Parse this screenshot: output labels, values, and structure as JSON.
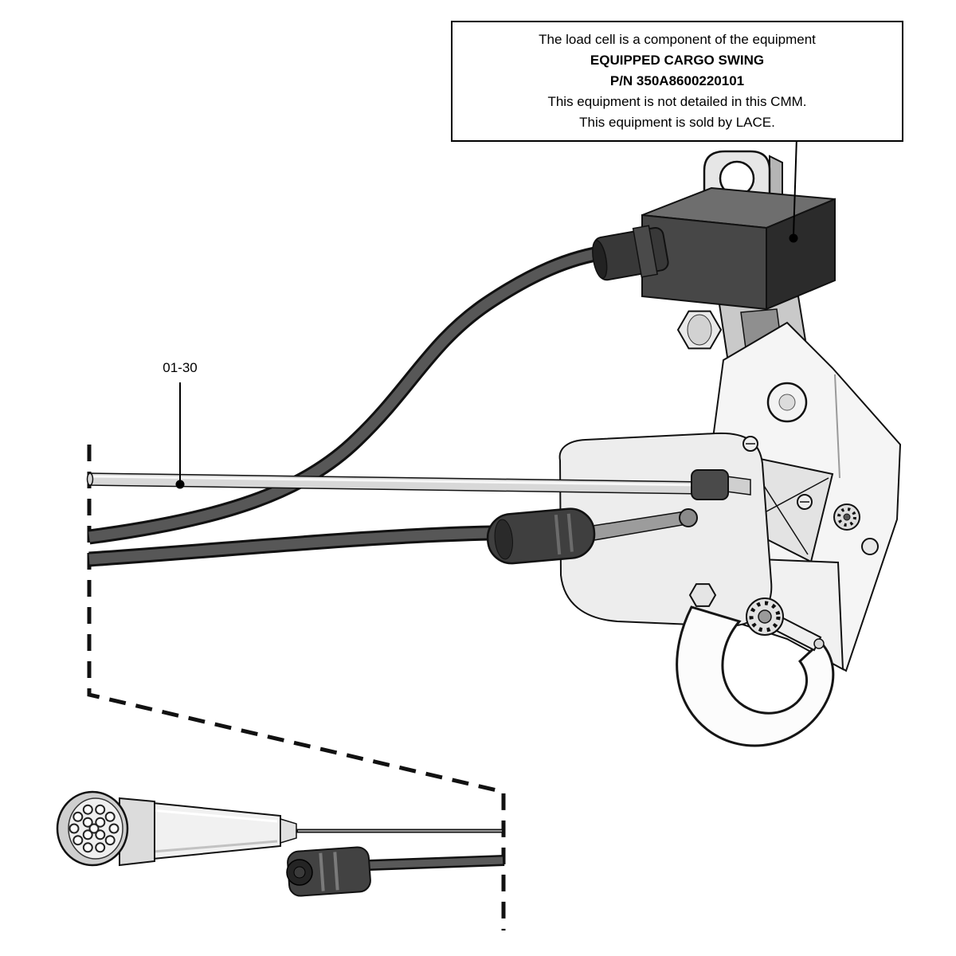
{
  "note_box": {
    "lines": [
      "The load cell is a component of the equipment",
      "EQUIPPED CARGO SWING",
      "P/N 350A8600220101",
      "This equipment is not detailed in this CMM.",
      "This equipment is sold by LACE."
    ]
  },
  "labels": {
    "item_ref": "01-30"
  },
  "parts": {
    "assembly": "cargo-hook-assembly",
    "load_cell": "load-cell",
    "detail_view": "cable-connector-detail"
  },
  "colors": {
    "background": "#ffffff",
    "outline": "#111111",
    "dark_component": "#3f3f3f",
    "mid_gray": "#8a8a8a",
    "light_component": "#ececec",
    "leader": "#000000"
  }
}
